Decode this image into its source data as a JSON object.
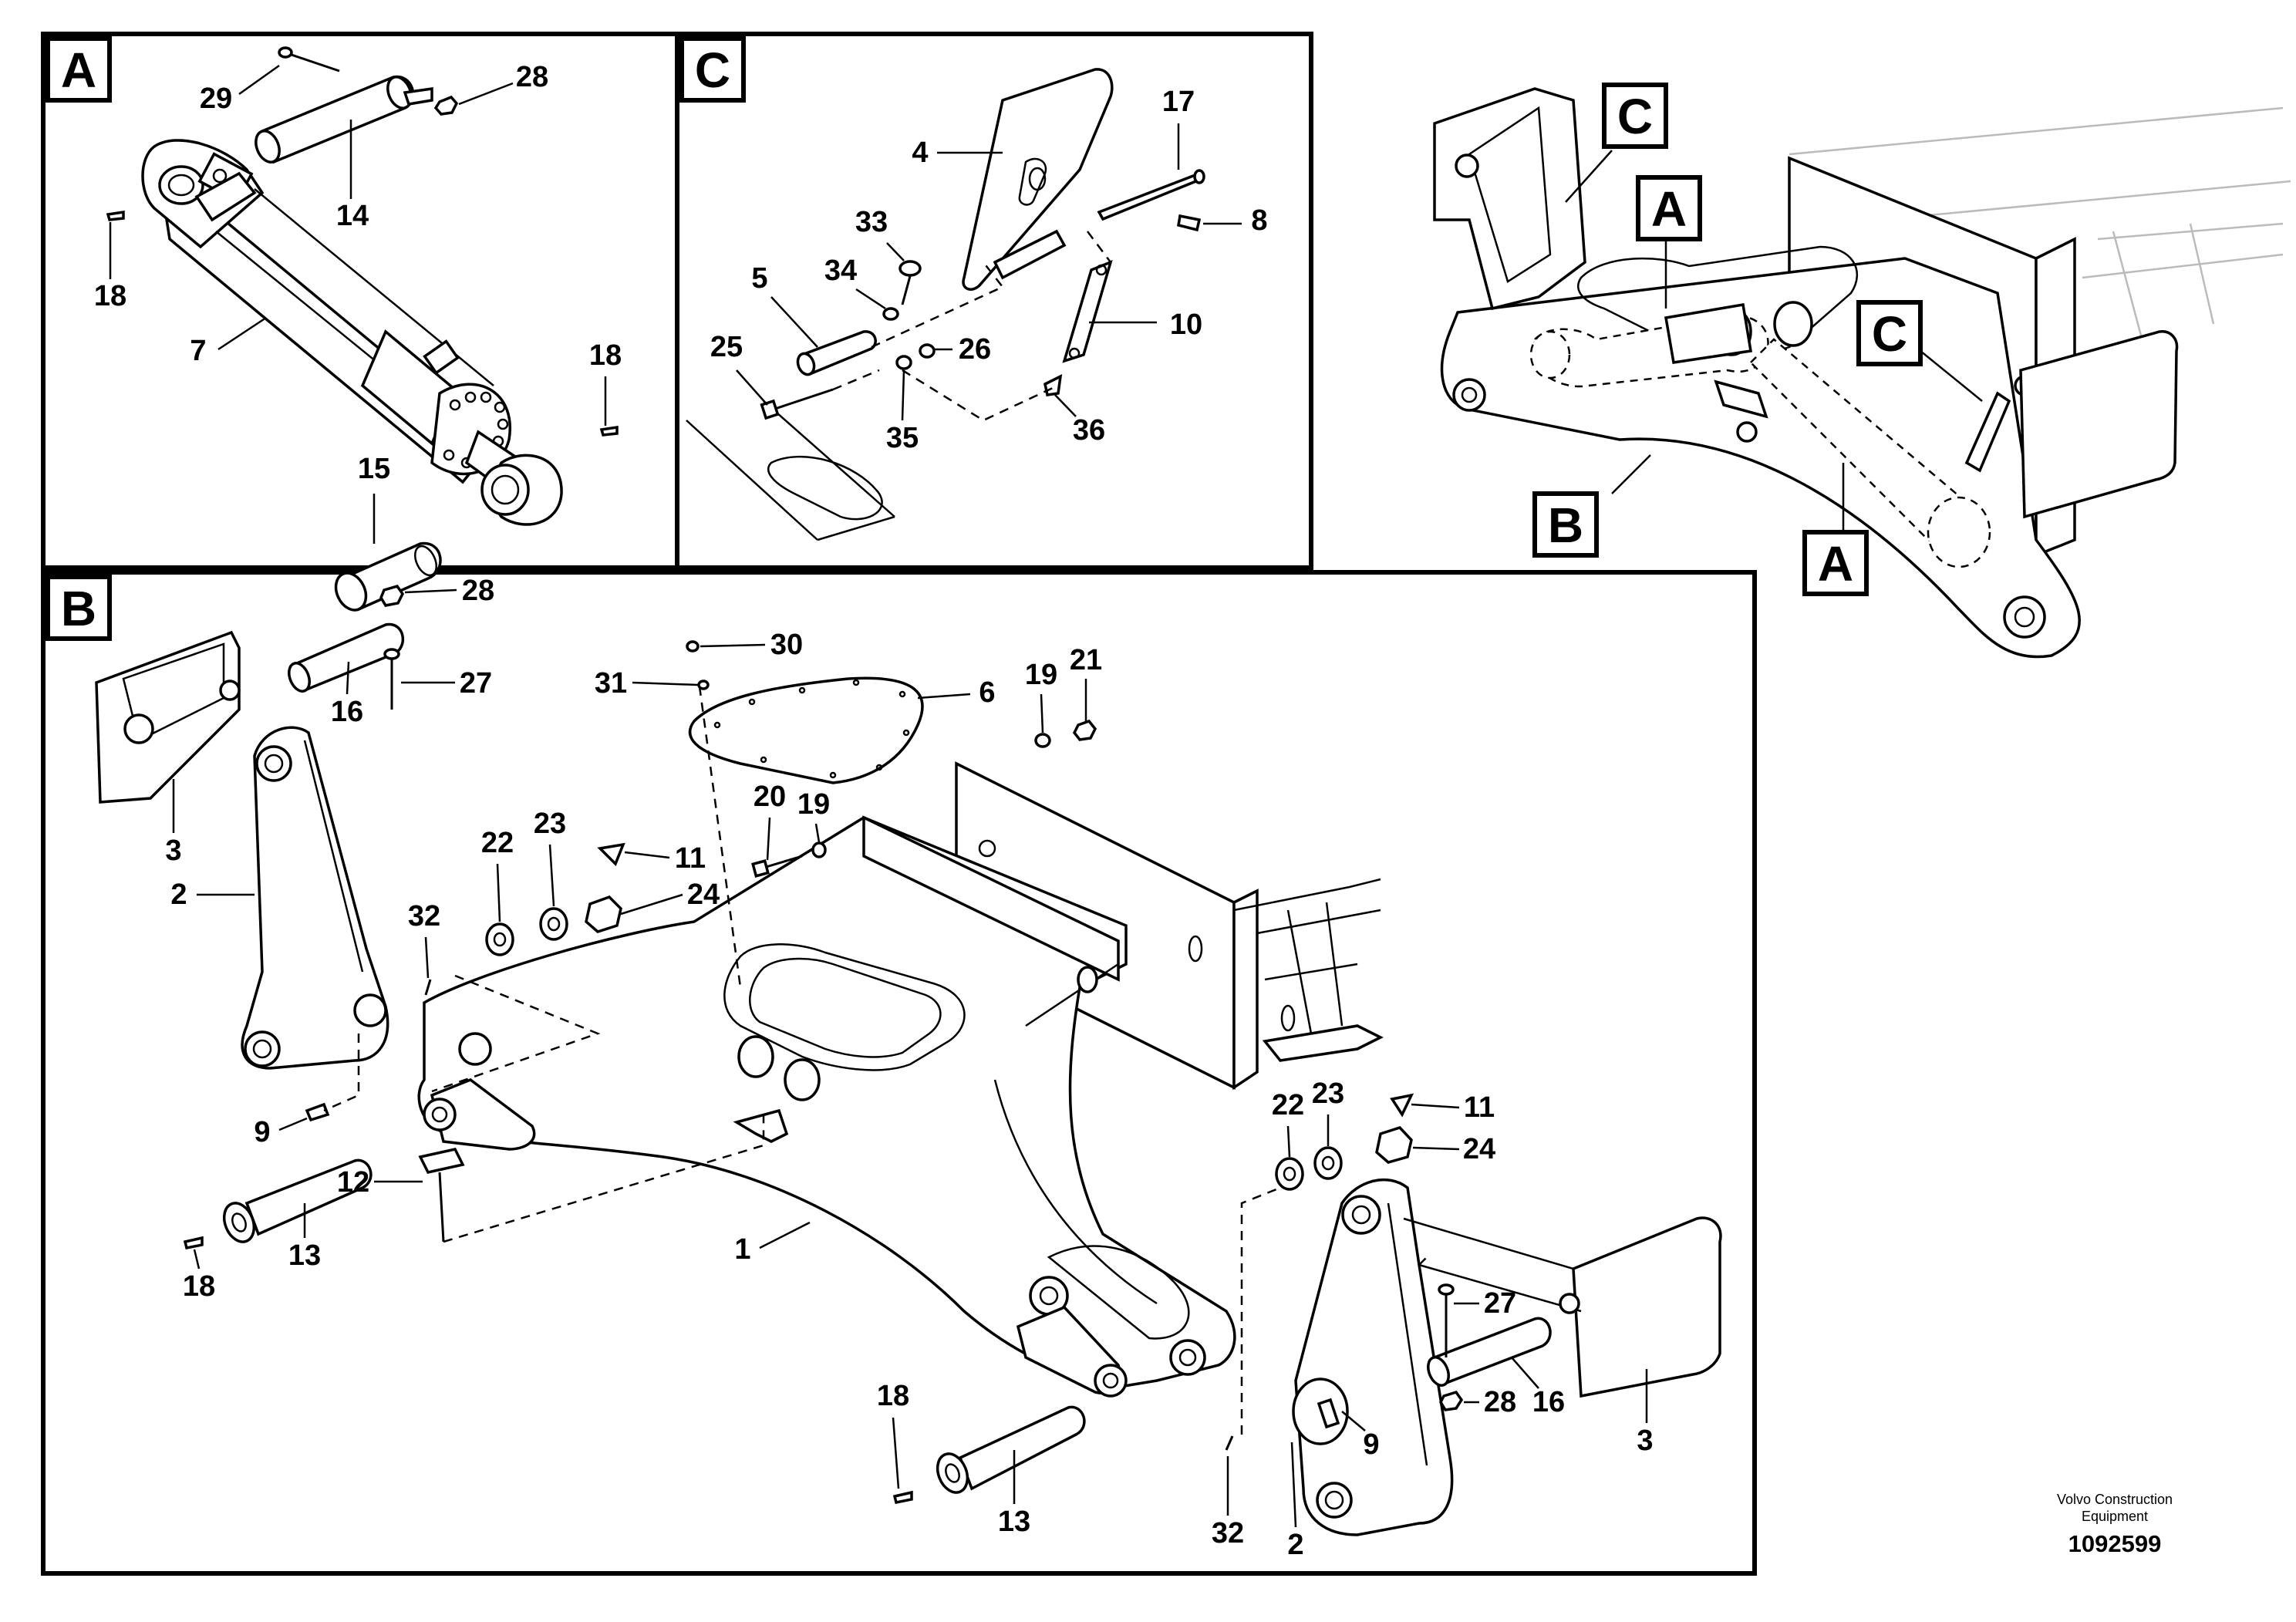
{
  "panels": {
    "a": "A",
    "b": "B",
    "c": "C"
  },
  "overview_tags": {
    "c_top": "C",
    "a_top": "A",
    "c_right": "C",
    "b_bottom": "B",
    "a_bottom": "A"
  },
  "callouts": {
    "a": [
      "29",
      "28",
      "14",
      "18",
      "7",
      "18",
      "15"
    ],
    "c": [
      "17",
      "4",
      "8",
      "33",
      "34",
      "5",
      "10",
      "25",
      "26",
      "35",
      "36"
    ],
    "b_left": [
      "28",
      "27",
      "16",
      "3",
      "2",
      "32",
      "9",
      "12",
      "18",
      "13"
    ],
    "b_mid": [
      "30",
      "31",
      "6",
      "19",
      "21",
      "20",
      "19",
      "22",
      "23",
      "11",
      "24",
      "1"
    ],
    "b_right": [
      "22",
      "23",
      "11",
      "24",
      "27",
      "28",
      "16",
      "3",
      "9",
      "18",
      "13",
      "32",
      "2"
    ]
  },
  "footer": {
    "brand_line1": "Volvo Construction",
    "brand_line2": "Equipment",
    "doc_number": "1092599"
  }
}
